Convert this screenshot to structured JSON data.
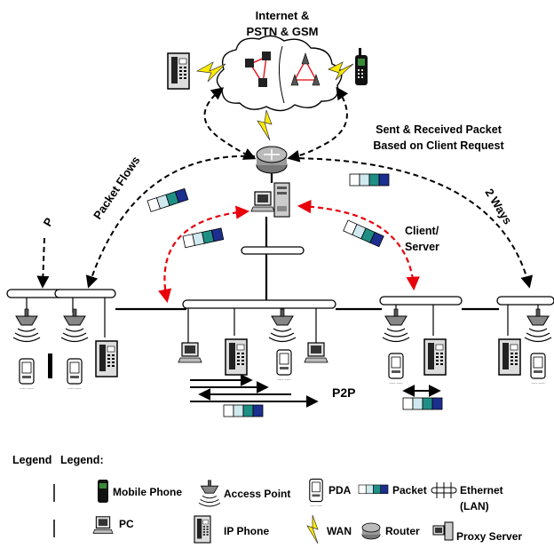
{
  "labels": {
    "internet_line1": "Internet &",
    "internet_line2": "PSTN & GSM",
    "sent_line1": "Sent & Received Packet",
    "sent_line2": "Based on Client Request",
    "packet_flows": "Packet Flows",
    "p_partial": "P",
    "two_ways": "2 Ways",
    "client_line1": "Client/",
    "client_line2": "Server",
    "p2p": "P2P"
  },
  "legend": {
    "title_left": "Legend",
    "title_right": "Legend:",
    "items": {
      "mobile_phone": "Mobile Phone",
      "access_point": "Access Point",
      "pda": "PDA",
      "packet": "Packet",
      "ethernet_line1": "Ethernet",
      "ethernet_line2": "(LAN)",
      "pc": "PC",
      "ip_phone": "IP Phone",
      "wan": "WAN",
      "router": "Router",
      "proxy_server": "Proxy Server"
    }
  },
  "colors": {
    "flow_arrow": "#000000",
    "client_server_arrow": "#e8000b",
    "wan_bolt": "#ffeb00",
    "packet_light": "#cfe9ee",
    "packet_teal": "#1f8f86",
    "packet_navy": "#1c2f8f",
    "packet_blue": "#2f57c8"
  },
  "icons": [
    "mobile-phone-icon",
    "access-point-icon",
    "pda-icon",
    "packet-icon",
    "ethernet-icon",
    "pc-icon",
    "ip-phone-icon",
    "wan-icon",
    "router-icon",
    "proxy-server-icon"
  ]
}
